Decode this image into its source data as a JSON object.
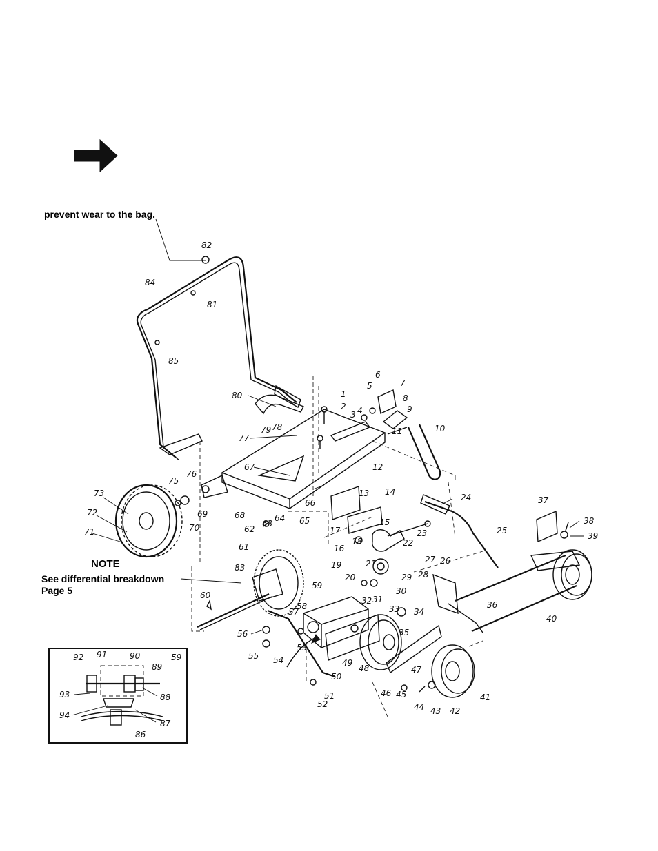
{
  "captions": {
    "top_note": "prevent wear to the bag.",
    "note_heading": "NOTE",
    "note_line1": "See differential breakdown",
    "note_line2": "Page 5"
  },
  "icons": {
    "arrow": "right-arrow-icon"
  },
  "parts": [
    {
      "id": "1",
      "label": "1"
    },
    {
      "id": "2",
      "label": "2"
    },
    {
      "id": "3",
      "label": "3"
    },
    {
      "id": "4",
      "label": "4"
    },
    {
      "id": "5",
      "label": "5"
    },
    {
      "id": "6",
      "label": "6"
    },
    {
      "id": "7",
      "label": "7"
    },
    {
      "id": "8",
      "label": "8"
    },
    {
      "id": "9",
      "label": "9"
    },
    {
      "id": "10",
      "label": "10"
    },
    {
      "id": "11",
      "label": "11"
    },
    {
      "id": "12",
      "label": "12"
    },
    {
      "id": "13",
      "label": "13"
    },
    {
      "id": "14",
      "label": "14"
    },
    {
      "id": "15",
      "label": "15"
    },
    {
      "id": "16",
      "label": "16"
    },
    {
      "id": "17",
      "label": "17"
    },
    {
      "id": "18",
      "label": "18"
    },
    {
      "id": "19",
      "label": "19"
    },
    {
      "id": "20",
      "label": "20"
    },
    {
      "id": "21",
      "label": "21"
    },
    {
      "id": "22",
      "label": "22"
    },
    {
      "id": "23",
      "label": "23"
    },
    {
      "id": "24",
      "label": "24"
    },
    {
      "id": "25",
      "label": "25"
    },
    {
      "id": "26",
      "label": "26"
    },
    {
      "id": "27",
      "label": "27"
    },
    {
      "id": "28",
      "label": "28"
    },
    {
      "id": "29",
      "label": "29"
    },
    {
      "id": "30",
      "label": "30"
    },
    {
      "id": "31",
      "label": "31"
    },
    {
      "id": "32",
      "label": "32"
    },
    {
      "id": "33",
      "label": "33"
    },
    {
      "id": "34",
      "label": "34"
    },
    {
      "id": "35",
      "label": "35"
    },
    {
      "id": "36",
      "label": "36"
    },
    {
      "id": "37",
      "label": "37"
    },
    {
      "id": "38",
      "label": "38"
    },
    {
      "id": "39",
      "label": "39"
    },
    {
      "id": "40",
      "label": "40"
    },
    {
      "id": "41",
      "label": "41"
    },
    {
      "id": "42",
      "label": "42"
    },
    {
      "id": "43",
      "label": "43"
    },
    {
      "id": "44",
      "label": "44"
    },
    {
      "id": "45",
      "label": "45"
    },
    {
      "id": "46",
      "label": "46"
    },
    {
      "id": "47",
      "label": "47"
    },
    {
      "id": "48",
      "label": "48"
    },
    {
      "id": "49",
      "label": "49"
    },
    {
      "id": "50",
      "label": "50"
    },
    {
      "id": "51",
      "label": "51"
    },
    {
      "id": "52",
      "label": "52"
    },
    {
      "id": "53",
      "label": "53"
    },
    {
      "id": "54",
      "label": "54"
    },
    {
      "id": "55",
      "label": "55"
    },
    {
      "id": "56",
      "label": "56"
    },
    {
      "id": "57",
      "label": "57"
    },
    {
      "id": "58",
      "label": "58"
    },
    {
      "id": "59",
      "label": "59"
    },
    {
      "id": "60",
      "label": "60"
    },
    {
      "id": "61",
      "label": "61"
    },
    {
      "id": "62",
      "label": "62"
    },
    {
      "id": "63",
      "label": "63"
    },
    {
      "id": "64",
      "label": "64"
    },
    {
      "id": "65",
      "label": "65"
    },
    {
      "id": "66",
      "label": "66"
    },
    {
      "id": "67",
      "label": "67"
    },
    {
      "id": "68",
      "label": "68"
    },
    {
      "id": "69",
      "label": "69"
    },
    {
      "id": "70",
      "label": "70"
    },
    {
      "id": "71",
      "label": "71"
    },
    {
      "id": "72",
      "label": "72"
    },
    {
      "id": "73",
      "label": "73"
    },
    {
      "id": "75",
      "label": "75"
    },
    {
      "id": "76",
      "label": "76"
    },
    {
      "id": "77",
      "label": "77"
    },
    {
      "id": "78",
      "label": "78"
    },
    {
      "id": "79",
      "label": "79"
    },
    {
      "id": "80",
      "label": "80"
    },
    {
      "id": "81",
      "label": "81"
    },
    {
      "id": "82",
      "label": "82"
    },
    {
      "id": "83",
      "label": "83"
    },
    {
      "id": "84",
      "label": "84"
    },
    {
      "id": "85",
      "label": "85"
    }
  ],
  "inset_parts": [
    {
      "id": "59i",
      "label": "59"
    },
    {
      "id": "86",
      "label": "86"
    },
    {
      "id": "87",
      "label": "87"
    },
    {
      "id": "88",
      "label": "88"
    },
    {
      "id": "89",
      "label": "89"
    },
    {
      "id": "90",
      "label": "90"
    },
    {
      "id": "91",
      "label": "91"
    },
    {
      "id": "92",
      "label": "92"
    },
    {
      "id": "93",
      "label": "93"
    },
    {
      "id": "94",
      "label": "94"
    }
  ]
}
